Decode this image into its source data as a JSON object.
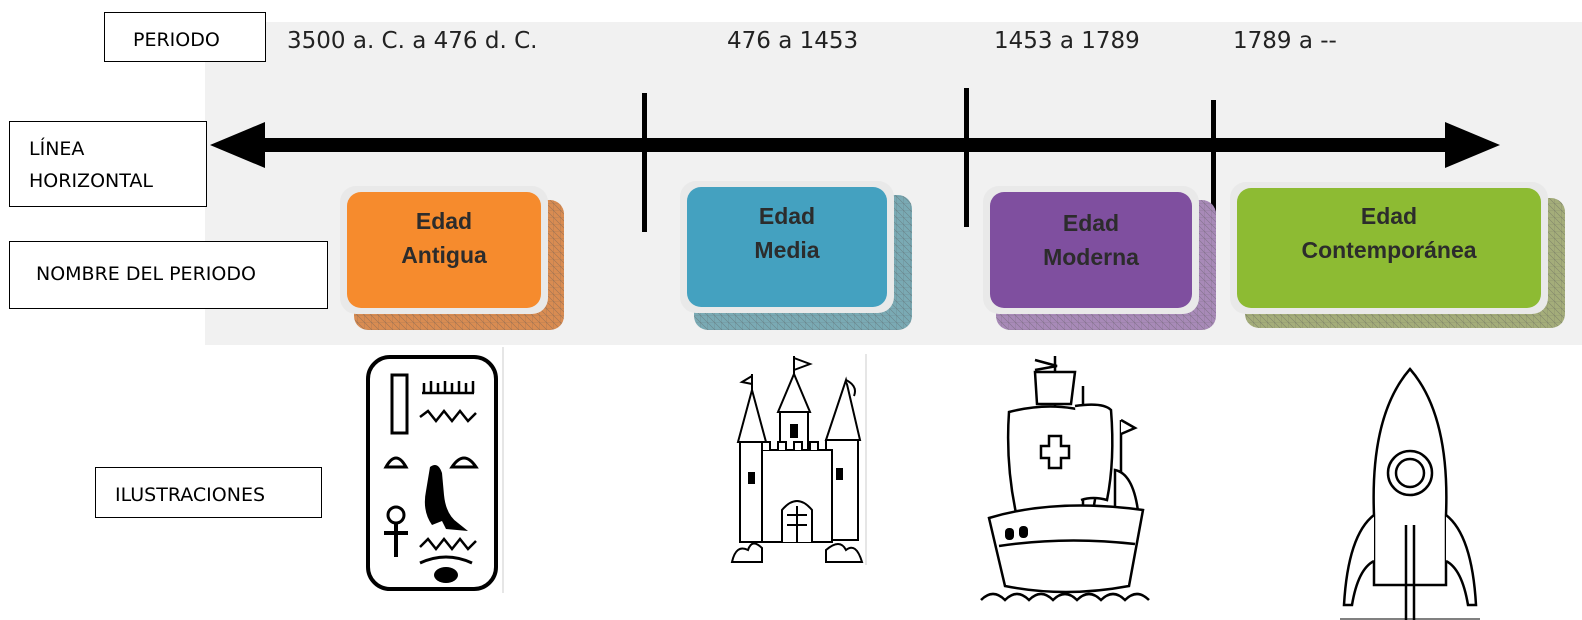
{
  "labels": {
    "periodo": "PERIODO",
    "linea_line1": "LÍNEA",
    "linea_line2": "HORIZONTAL",
    "nombre": "NOMBRE DEL PERIODO",
    "ilustraciones": "ILUSTRACIONES"
  },
  "dates": [
    "3500 a. C. a 476 d. C.",
    "476 a 1453",
    "1453 a 1789",
    "1789 a --"
  ],
  "periods": [
    {
      "line1": "Edad",
      "line2": "Antigua",
      "color": "#f68b2d",
      "shadow": "#d98c52",
      "illustration": "hieroglyph-cartouche-icon"
    },
    {
      "line1": "Edad",
      "line2": "Media",
      "color": "#44a1c0",
      "shadow": "#7aaab4",
      "illustration": "castle-icon"
    },
    {
      "line1": "Edad",
      "line2": "Moderna",
      "color": "#7f4f9f",
      "shadow": "#a88ab8",
      "illustration": "caravel-ship-icon"
    },
    {
      "line1": "Edad",
      "line2": "Contemporánea",
      "color": "#8dbb33",
      "shadow": "#a4ad7a",
      "illustration": "rocket-icon"
    }
  ]
}
